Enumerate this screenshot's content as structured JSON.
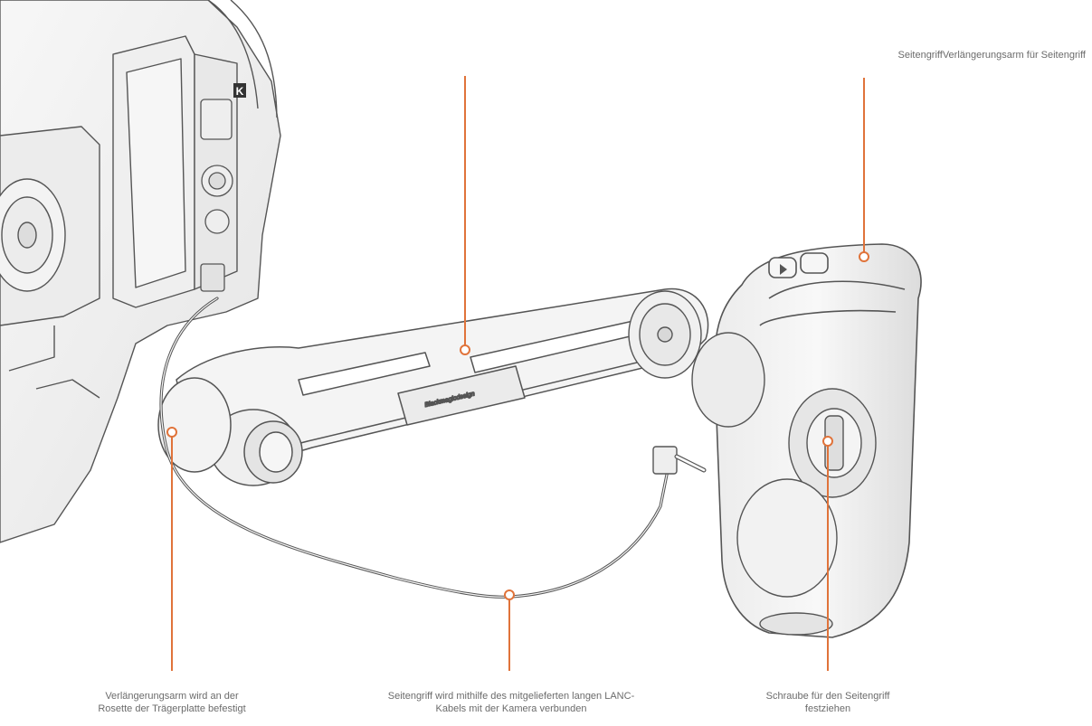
{
  "colors": {
    "accent": "#e0733a",
    "line": "#555555",
    "fill": "#f2f2f2",
    "label": "#6b6b6b"
  },
  "callouts": {
    "grip": {
      "line1": "SeitengriffVerlängerungsarm für Seitengriff"
    },
    "arm": {
      "line1": "Verlängerungsarm wird an der",
      "line2": "Rosette der Trägerplatte befestigt"
    },
    "lanc": {
      "line1": "Seitengriff wird mithilfe des mitgelieferten langen LANC-",
      "line2": "Kabels mit der Kamera verbunden"
    },
    "screw": {
      "line1": "Schraube für den Seitengriff",
      "line2": "festziehen"
    }
  },
  "illustration": {
    "brand_text": "Blackmagicdesign",
    "camera_badge": "K"
  }
}
